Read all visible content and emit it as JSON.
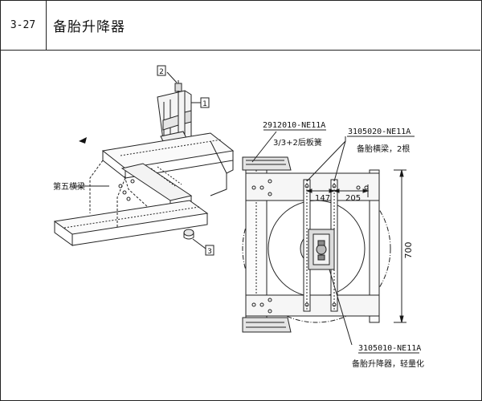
{
  "section": {
    "number": "3-27",
    "title": "备胎升降器"
  },
  "left_figure": {
    "callouts": [
      "1",
      "2",
      "3"
    ],
    "beam_label": "第五横梁"
  },
  "right_figure": {
    "part1_code": "2912010-NE11A",
    "part1_name": "3/3+2后板簧",
    "part2_code": "3105020-NE11A",
    "part2_name": "备胎横梁，2根",
    "part3_code": "3105010-NE11A",
    "part3_name": "备胎升降器，轻量化",
    "dim_a": "147",
    "dim_b": "205",
    "dim_c": "700"
  }
}
